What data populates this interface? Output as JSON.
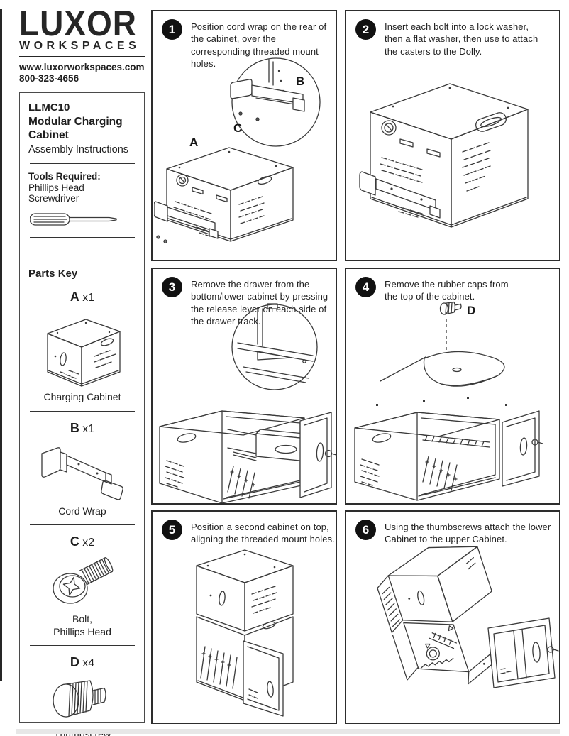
{
  "header": {
    "logo_main": "LUXOR",
    "logo_sub": "WORKSPACES",
    "website": "www.luxorworkspaces.com",
    "phone": "800-323-4656"
  },
  "product": {
    "model": "LLMC10",
    "name": "Modular Charging Cabinet",
    "subtitle": "Assembly Instructions"
  },
  "tools": {
    "heading": "Tools Required:",
    "list": "Phillips Head  Screwdriver"
  },
  "parts_key": {
    "heading": "Parts Key",
    "parts": [
      {
        "letter": "A",
        "qty": "x1",
        "name": "Charging Cabinet"
      },
      {
        "letter": "B",
        "qty": "x1",
        "name": "Cord Wrap"
      },
      {
        "letter": "C",
        "qty": "x2",
        "name": "Bolt,\nPhillips Head"
      },
      {
        "letter": "D",
        "qty": "x4",
        "name": "Thumbscrew"
      }
    ]
  },
  "steps": [
    {
      "number": "1",
      "text": "Position cord wrap on the rear of the cabinet, over the corresponding threaded mount holes.",
      "label_a": "A",
      "label_b": "B",
      "label_c": "C"
    },
    {
      "number": "2",
      "text": "Insert each bolt into a lock washer, then a flat washer, then use to attach the casters to the Dolly."
    },
    {
      "number": "3",
      "text": "Remove the drawer from the bottom/lower cabinet by  pressing the release lever on each side of the drawer track."
    },
    {
      "number": "4",
      "text": "Remove the rubber caps from the top of the cabinet.",
      "label_d": "D"
    },
    {
      "number": "5",
      "text": "Position a second cabinet on top, aligning the threaded mount holes."
    },
    {
      "number": "6",
      "text": "Using the thumbscrews attach the lower Cabinet to the upper Cabinet."
    }
  ],
  "colors": {
    "ink": "#1f1f1f",
    "line": "#3a3a3a",
    "badge": "#111111",
    "border": "#2d2d2d"
  }
}
